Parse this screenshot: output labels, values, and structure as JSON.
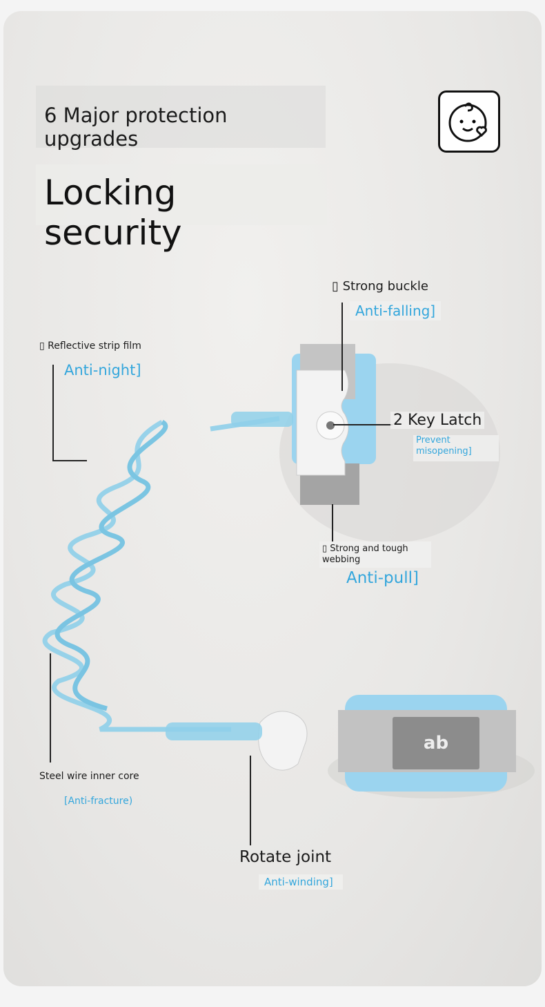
{
  "header": {
    "subtitle": "6 Major protection upgrades",
    "title": "Locking security",
    "icon": "baby-face-heart-icon"
  },
  "callouts": {
    "buckle": {
      "label": "▯ Strong buckle",
      "benefit": "Anti-falling]"
    },
    "reflective": {
      "label": "▯ Reflective strip film",
      "benefit": "Anti-night]"
    },
    "latch": {
      "label": "2 Key Latch",
      "benefit_line1": "Prevent",
      "benefit_line2": "misopening]"
    },
    "webbing": {
      "label_line1": "▯ Strong and tough",
      "label_line2": "webbing",
      "benefit": "Anti-pull]"
    },
    "wire": {
      "label": "Steel wire inner core",
      "benefit": "[Anti-fracture)"
    },
    "joint": {
      "label": "Rotate joint",
      "benefit": "Anti-winding]"
    }
  },
  "product": {
    "brand_mark": "ab"
  },
  "colors": {
    "accent": "#33a6dc",
    "cord": "#8fd0ea",
    "band": "#9bd4ef",
    "strap": "#a9a9a9"
  }
}
